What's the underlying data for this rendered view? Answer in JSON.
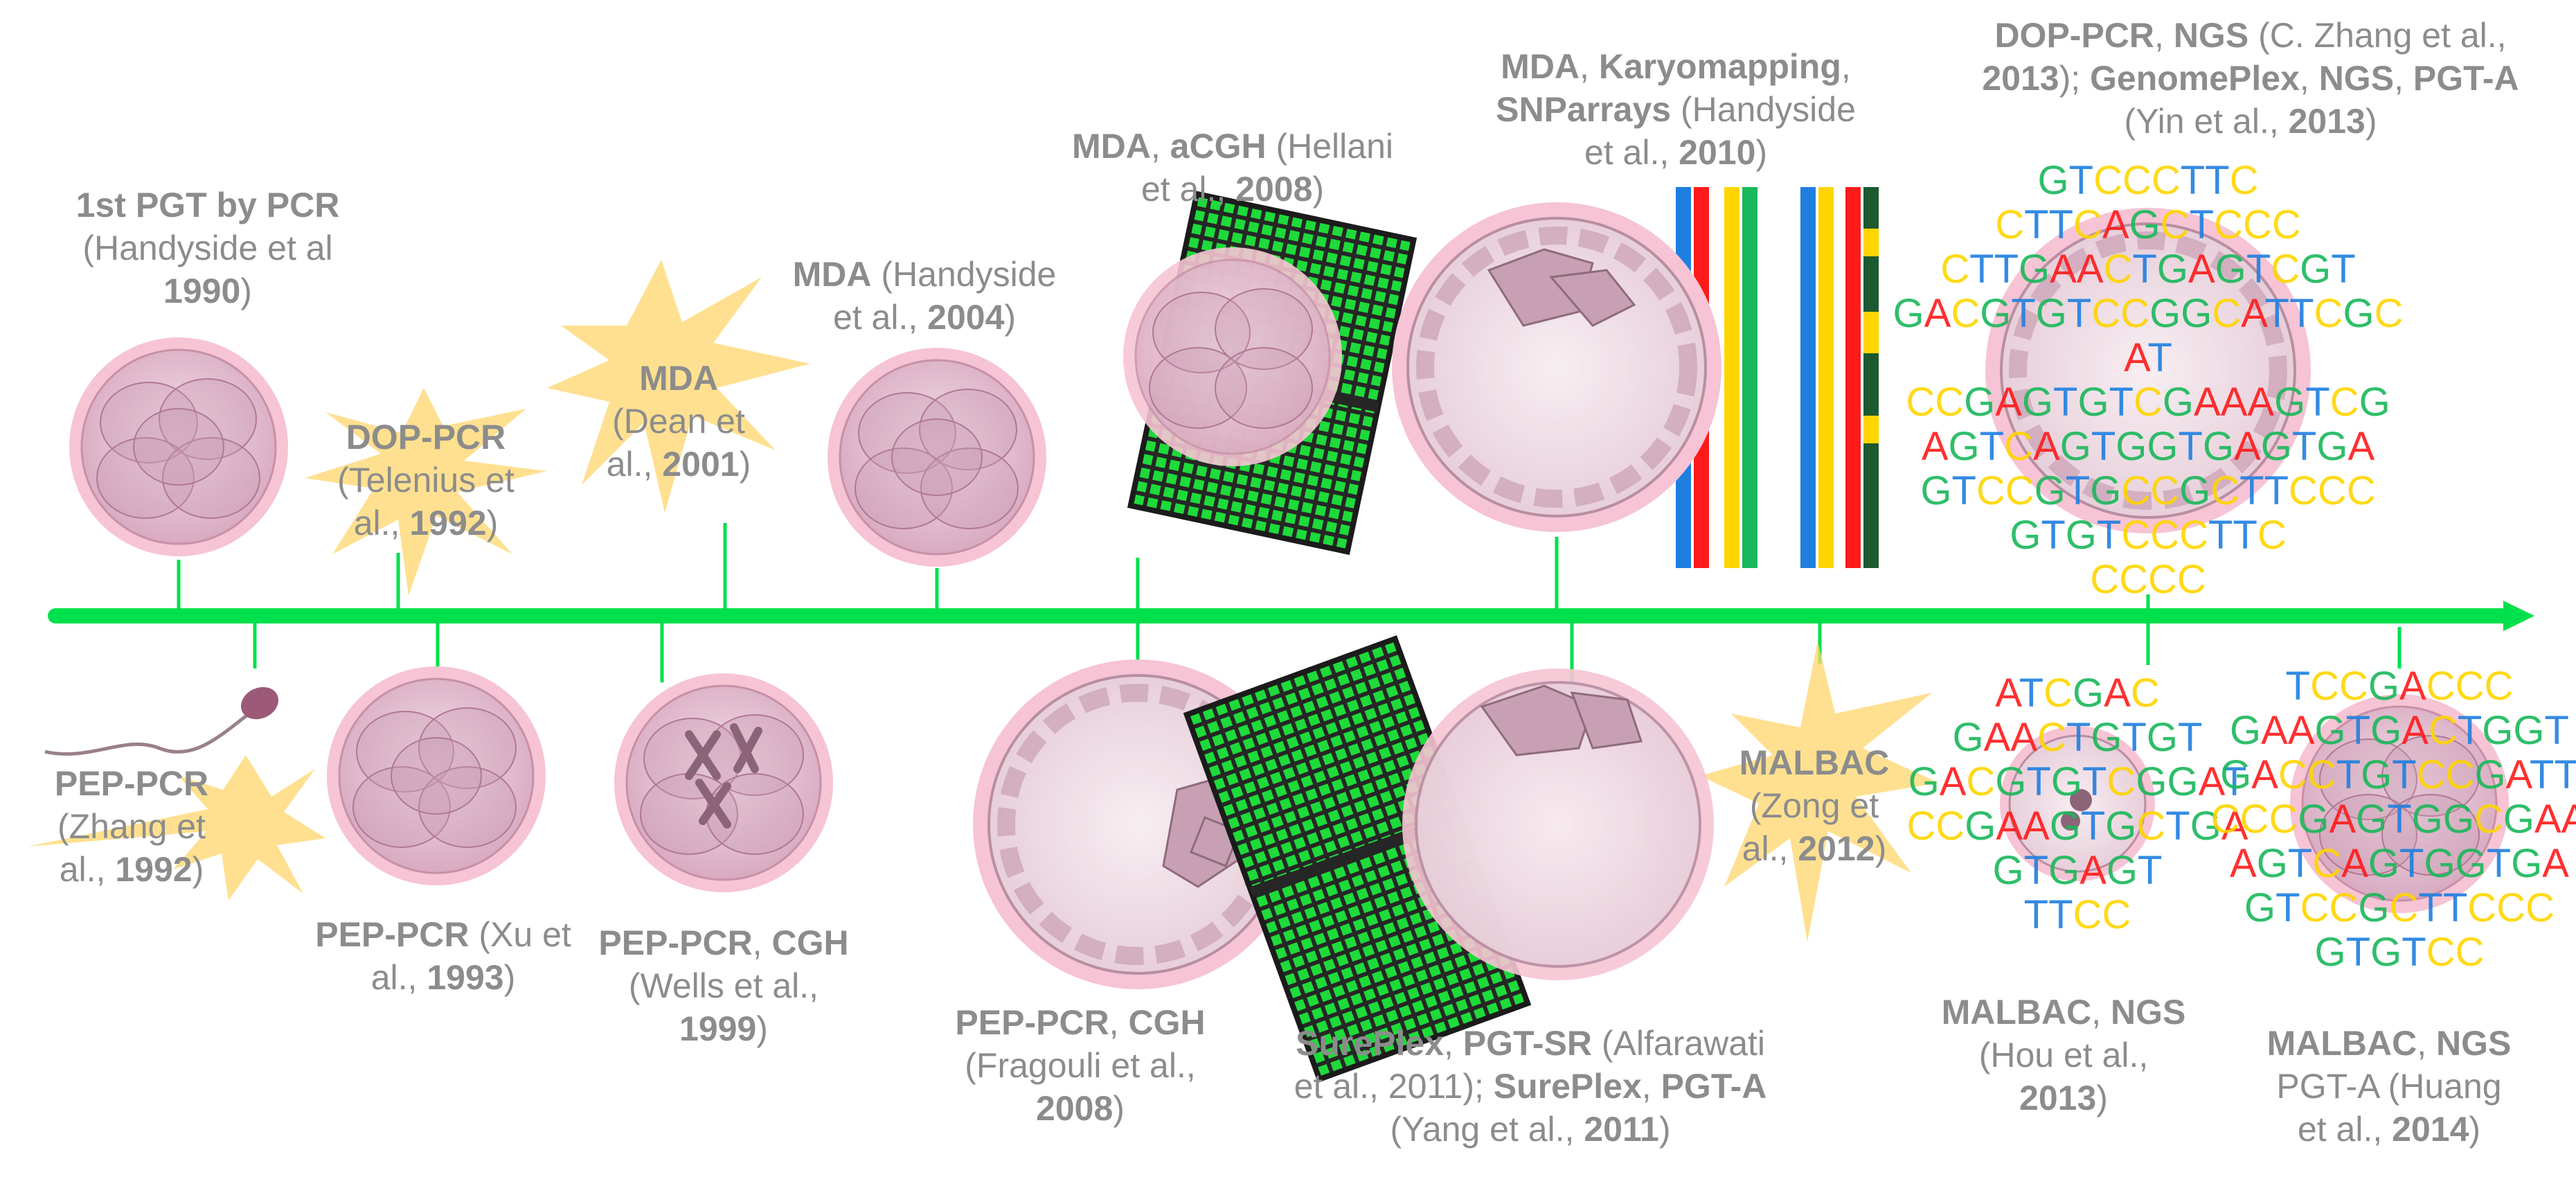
{
  "colors": {
    "timeline": "#00e04c",
    "label_text": "#8c8c8c",
    "cell_fill": "#e9c8d8",
    "cell_border": "#f3b9cc",
    "burst": "#ffd66b",
    "chip_grid": "#1eda3a",
    "chip_bg": "#262626",
    "bases": {
      "A": "#ff1a1a",
      "C": "#ffd500",
      "G": "#19b85a",
      "T": "#1f7fe0"
    }
  },
  "milestones": [
    {
      "id": "pgt-1990",
      "parts": [
        {
          "t": "1st PGT by PCR",
          "b": true
        },
        {
          "t": "\n(Handyside et al\n"
        },
        {
          "t": "1990",
          "b": true
        },
        {
          "t": ")"
        }
      ]
    },
    {
      "id": "pep-1992",
      "parts": [
        {
          "t": "PEP-PCR",
          "b": true
        },
        {
          "t": "\n(Zhang et\nal., "
        },
        {
          "t": "1992",
          "b": true
        },
        {
          "t": ")"
        }
      ]
    },
    {
      "id": "dop-1992",
      "parts": [
        {
          "t": "DOP-PCR",
          "b": true
        },
        {
          "t": "\n(Telenius et\nal., "
        },
        {
          "t": "1992",
          "b": true
        },
        {
          "t": ")"
        }
      ]
    },
    {
      "id": "pep-1993",
      "parts": [
        {
          "t": "PEP-PCR",
          "b": true
        },
        {
          "t": " (Xu et\nal., "
        },
        {
          "t": "1993",
          "b": true
        },
        {
          "t": ")"
        }
      ]
    },
    {
      "id": "mda-2001",
      "parts": [
        {
          "t": "MDA",
          "b": true
        },
        {
          "t": "\n(Dean et\nal., "
        },
        {
          "t": "2001",
          "b": true
        },
        {
          "t": ")"
        }
      ]
    },
    {
      "id": "pep-cgh-1999",
      "parts": [
        {
          "t": "PEP-PCR",
          "b": true
        },
        {
          "t": ", "
        },
        {
          "t": "CGH",
          "b": true
        },
        {
          "t": "\n(Wells et al.,\n"
        },
        {
          "t": "1999",
          "b": true
        },
        {
          "t": ")"
        }
      ]
    },
    {
      "id": "mda-2004",
      "parts": [
        {
          "t": "MDA",
          "b": true
        },
        {
          "t": " (Handyside\net al., "
        },
        {
          "t": "2004",
          "b": true
        },
        {
          "t": ")"
        }
      ]
    },
    {
      "id": "mda-acgh-2008",
      "parts": [
        {
          "t": "MDA",
          "b": true
        },
        {
          "t": ", "
        },
        {
          "t": "aCGH",
          "b": true
        },
        {
          "t": " (Hellani\net al., "
        },
        {
          "t": "2008",
          "b": true
        },
        {
          "t": ")"
        }
      ]
    },
    {
      "id": "pep-cgh-2008",
      "parts": [
        {
          "t": "PEP-PCR",
          "b": true
        },
        {
          "t": ", "
        },
        {
          "t": "CGH",
          "b": true
        },
        {
          "t": "\n(Fragouli et al.,\n"
        },
        {
          "t": "2008",
          "b": true
        },
        {
          "t": ")"
        }
      ]
    },
    {
      "id": "karyo-2010",
      "parts": [
        {
          "t": "MDA",
          "b": true
        },
        {
          "t": ", "
        },
        {
          "t": "Karyomapping",
          "b": true
        },
        {
          "t": ",\n"
        },
        {
          "t": "SNParrays",
          "b": true
        },
        {
          "t": " (Handyside\net al., "
        },
        {
          "t": "2010",
          "b": true
        },
        {
          "t": ")"
        }
      ]
    },
    {
      "id": "sureplex-2011",
      "parts": [
        {
          "t": "SurePlex",
          "b": true
        },
        {
          "t": ", "
        },
        {
          "t": "PGT-SR",
          "b": true
        },
        {
          "t": "  (Alfarawati\net al., 2011); "
        },
        {
          "t": "SurePlex",
          "b": true
        },
        {
          "t": ", "
        },
        {
          "t": "PGT-A",
          "b": true
        },
        {
          "t": "\n(Yang et al., "
        },
        {
          "t": "2011",
          "b": true
        },
        {
          "t": ")"
        }
      ]
    },
    {
      "id": "malbac-2012",
      "parts": [
        {
          "t": "MALBAC",
          "b": true
        },
        {
          "t": "\n(Zong et\nal., "
        },
        {
          "t": "2012",
          "b": true
        },
        {
          "t": ")"
        }
      ]
    },
    {
      "id": "dop-ngs-2013",
      "parts": [
        {
          "t": "DOP-PCR",
          "b": true
        },
        {
          "t": ", "
        },
        {
          "t": "NGS",
          "b": true
        },
        {
          "t": " (C. Zhang et al.,\n"
        },
        {
          "t": "2013",
          "b": true
        },
        {
          "t": "); "
        },
        {
          "t": "GenomePlex",
          "b": true
        },
        {
          "t": ", "
        },
        {
          "t": "NGS",
          "b": true
        },
        {
          "t": ", "
        },
        {
          "t": "PGT-A",
          "b": true
        },
        {
          "t": "\n(Yin et al., "
        },
        {
          "t": "2013",
          "b": true
        },
        {
          "t": ")"
        }
      ]
    },
    {
      "id": "malbac-ngs-2013",
      "parts": [
        {
          "t": "MALBAC",
          "b": true
        },
        {
          "t": ", "
        },
        {
          "t": "NGS",
          "b": true
        },
        {
          "t": "\n(Hou et al.,\n"
        },
        {
          "t": "2013",
          "b": true
        },
        {
          "t": ")"
        }
      ]
    },
    {
      "id": "malbac-ngs-2014",
      "parts": [
        {
          "t": "MALBAC",
          "b": true
        },
        {
          "t": ", "
        },
        {
          "t": "NGS",
          "b": true
        },
        {
          "t": "\nPGT-A (Huang\net al., "
        },
        {
          "t": "2014",
          "b": true
        },
        {
          "t": ")"
        }
      ]
    }
  ],
  "sequences": {
    "ngs_2013_top": [
      "GTCCCTTC",
      "CTTCAGCTCCC",
      "CTTGAACTGAGTCGT",
      "GACGTGTCCGGCATTCGC",
      "AT",
      "CCGAGTGTCGAAAGTCG",
      "AGTCAGTGGTGAGTGA",
      "GTCCGTGCCGCTTCCC",
      "GTGTCCCTTC",
      "CCCC"
    ],
    "malbac_2013": [
      "ATCGAC",
      "GAACTGTGT",
      "GACGTGTCGGAT",
      "CCGAAGTGCTGA",
      "GTGAGT",
      "TTCC"
    ],
    "malbac_2014": [
      "TCCGACCC",
      "GAAGTGACTGGT",
      "GACCTGTCCGATT",
      "CCCGAGTGGCGAA",
      "AGTCAGTGGTGA",
      "GTCCGCTTCCC",
      "GTGTCC"
    ]
  }
}
